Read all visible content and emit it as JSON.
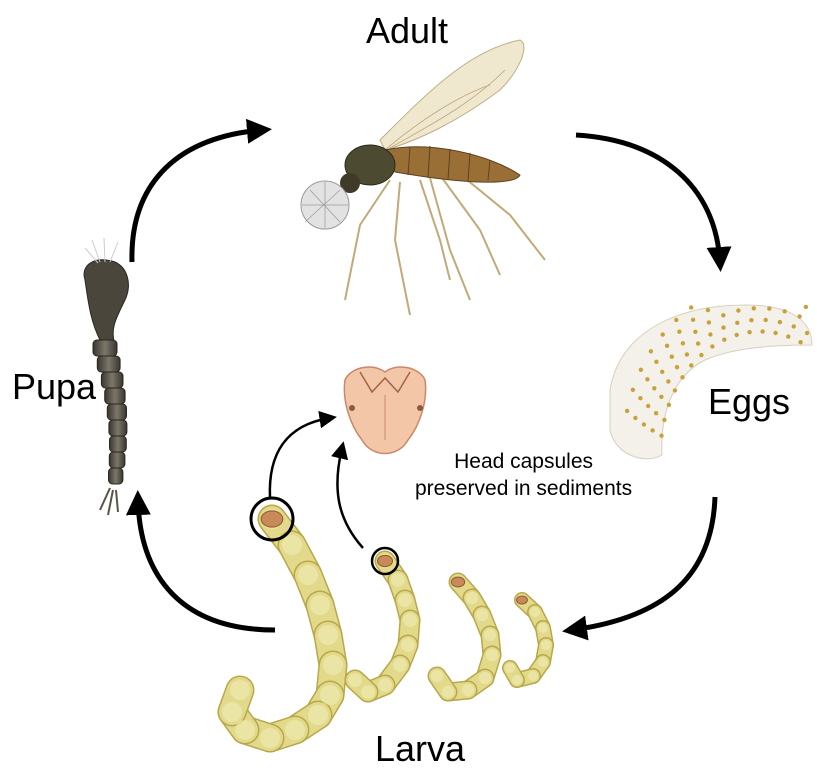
{
  "stages": {
    "adult": "Adult",
    "eggs": "Eggs",
    "larva": "Larva",
    "pupa": "Pupa"
  },
  "annotation": {
    "line1": "Head capsules",
    "line2": "preserved in sediments"
  },
  "colors": {
    "arrow": "#000000",
    "larva_fill": "#e2d98a",
    "larva_stroke": "#b8a84a",
    "egg_dot": "#c9a13b",
    "pupa_body": "#5a554a",
    "adult_body": "#8a6a3a",
    "capsule": "#f0c7a8"
  }
}
